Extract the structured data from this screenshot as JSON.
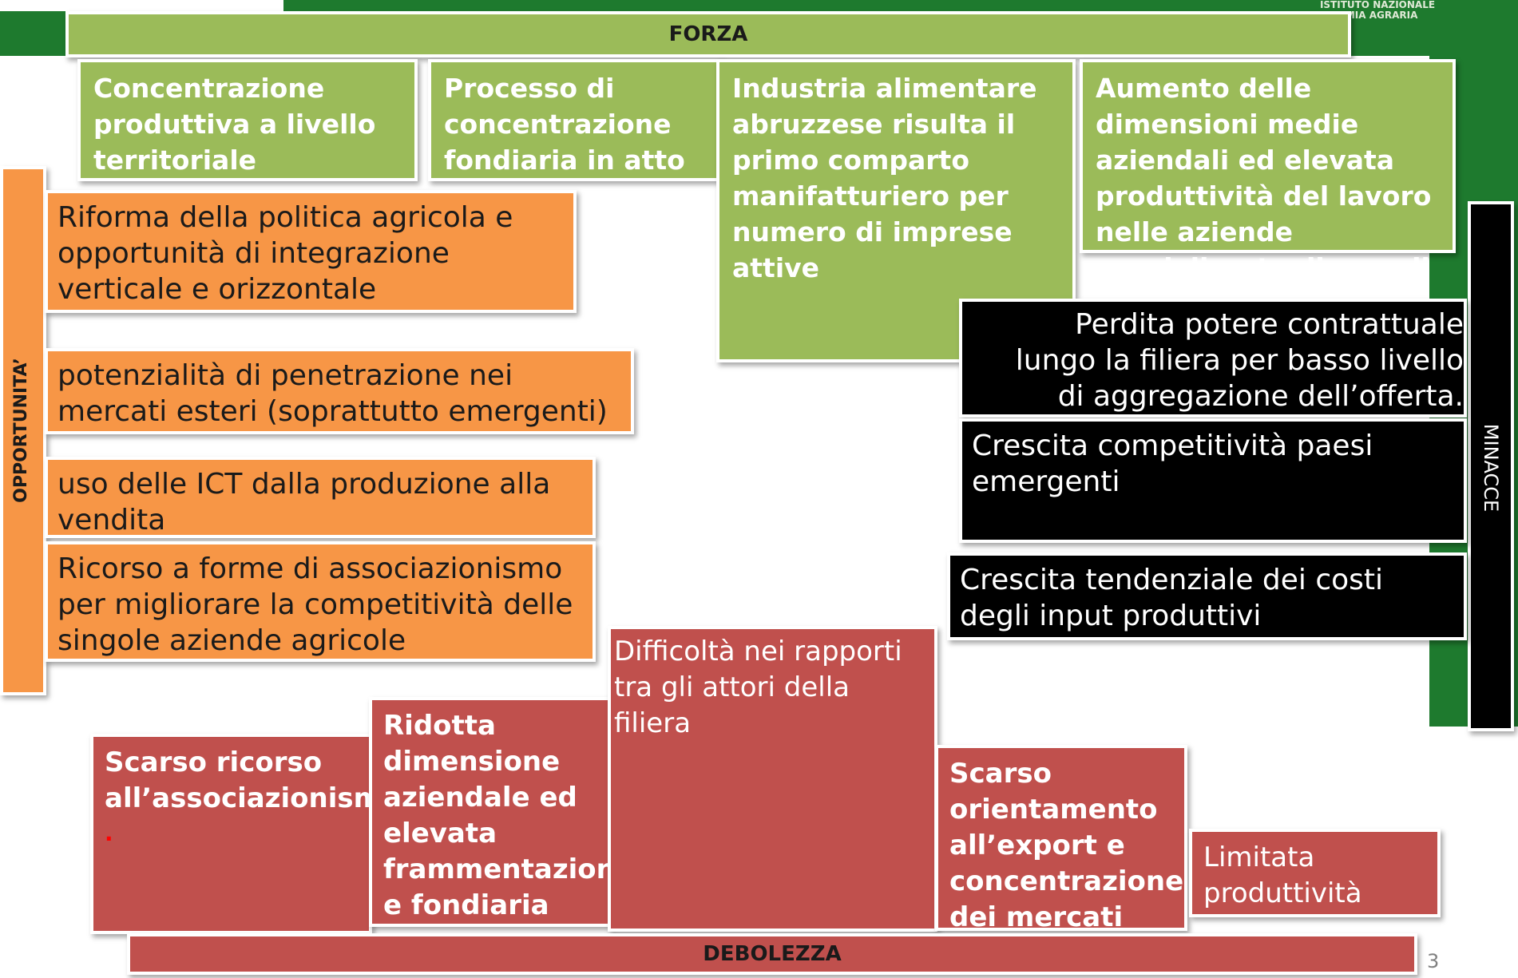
{
  "header": {
    "logo_line1": "ISTITUTO NAZIONALE",
    "logo_line2": "OMIA AGRARIA"
  },
  "forza": {
    "label": "FORZA",
    "items": [
      "Concentrazione produttiva a livello territoriale",
      "Processo di concentrazione fondiaria in atto",
      "Industria alimentare abruzzese risulta il primo comparto manifatturiero per numero di imprese attive",
      " Aumento  delle dimensioni medie aziendali ed elevata produttività del lavoro nelle aziende specializzate di grandi dimensioni"
    ]
  },
  "opportunita": {
    "label": "OPPORTUNITA’",
    "items": [
      "Riforma della politica agricola e opportunità di integrazione verticale e orizzontale",
      "potenzialità di penetrazione nei mercati esteri (soprattutto emergenti)",
      "uso delle ICT dalla produzione alla vendita",
      "Ricorso a forme di associazionismo per migliorare la competitività delle singole aziende agricole"
    ]
  },
  "minacce": {
    "label": "MINACCE",
    "items": [
      "Perdita potere contrattuale lungo la filiera per basso livello di aggregazione dell’offerta.",
      "Crescita competitività paesi emergenti",
      "Crescita tendenziale dei costi degli input produttivi"
    ]
  },
  "debolezza": {
    "label": "DEBOLEZZA",
    "items": [
      "Scarso ricorso all’associazionismo",
      " Ridotta dimensione aziendale ed elevata frammentazion e fondiaria",
      "Difficoltà nei rapporti tra gli attori della filiera",
      " Scarso orientamento all’export e concentrazione dei mercati",
      " Limitata produttività"
    ],
    "dot": "."
  },
  "page_number": "3"
}
